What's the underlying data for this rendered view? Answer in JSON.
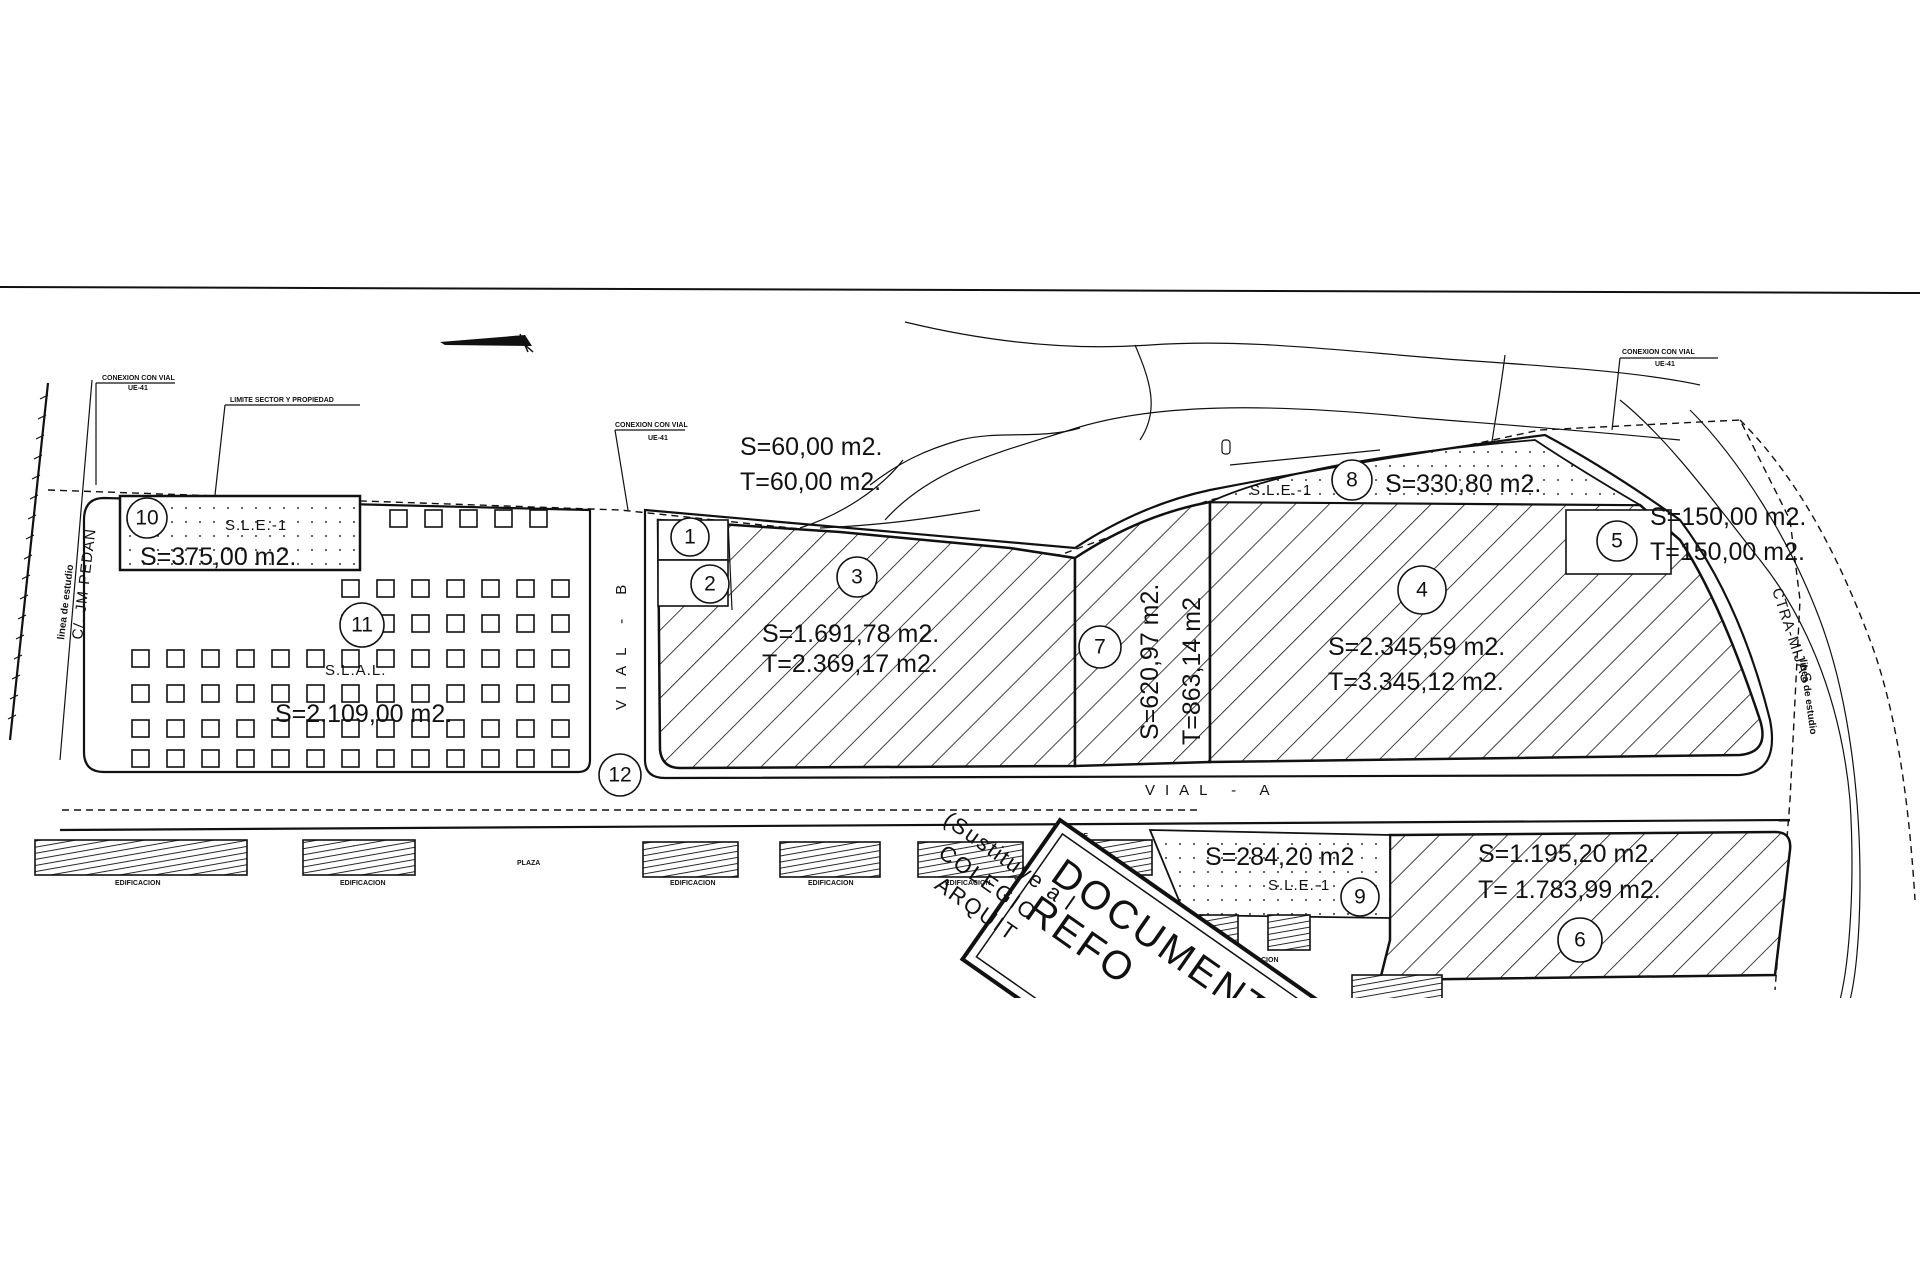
{
  "plan": {
    "edge_labels": {
      "top_left": [
        "CONEXION  CON  VIAL",
        "UE-41"
      ],
      "top_mid": [
        "CONEXION  CON  VIAL",
        "UE-41"
      ],
      "top_right": [
        "CONEXION  CON  VIAL",
        "UE-41"
      ],
      "limit": "LIMITE SECTOR Y PROPIEDAD"
    },
    "roads": {
      "vial_a": "VIAL - A",
      "vial_b": "VIAL - B",
      "ctra_mijas": "CTRA-MIJAS",
      "street": "C/. JM-PEDAN",
      "linea_estudio_left": "linea de estudio",
      "linea_estudio_right": "linea de estudio",
      "plaza": "PLAZA"
    },
    "zones": {
      "sle1_top_left": "S.L.E.-1",
      "sle1_top_right": "S.L.E.-1",
      "sle1_bottom": "S.L.E.-1",
      "slal": "S.L.A.L."
    },
    "parcels": [
      {
        "num": "1",
        "lines": [
          "S=60,00 m2.",
          "T=60,00 m2."
        ]
      },
      {
        "num": "2",
        "lines": []
      },
      {
        "num": "3",
        "lines": [
          "S=1.691,78 m2.",
          "T=2.369,17 m2."
        ]
      },
      {
        "num": "4",
        "lines": [
          "S=2.345,59 m2.",
          "T=3.345,12 m2."
        ]
      },
      {
        "num": "5",
        "lines": [
          "S=150,00 m2.",
          "T=150,00 m2."
        ]
      },
      {
        "num": "6",
        "lines": [
          "S=1.195,20 m2.",
          "T= 1.783,99 m2."
        ]
      },
      {
        "num": "7",
        "lines": [
          "S=620,97 m2.",
          "T=863,14 m2"
        ]
      },
      {
        "num": "8",
        "lines": [
          "S=330,80 m2."
        ]
      },
      {
        "num": "9",
        "lines": [
          "S=284,20 m2"
        ]
      },
      {
        "num": "10",
        "lines": [
          "S=375,00 m2."
        ]
      },
      {
        "num": "11",
        "lines": [
          "S=2.109,00 m2."
        ]
      },
      {
        "num": "12",
        "lines": []
      }
    ],
    "buildings": {
      "label": "EDIFICACION",
      "short": "EDIF"
    },
    "stamp": {
      "line1": "DOCUMENT",
      "line2": "REFO",
      "line3": "(Sustituye a l",
      "line4": "COLEGIO",
      "line5": "ARQUIT"
    }
  }
}
